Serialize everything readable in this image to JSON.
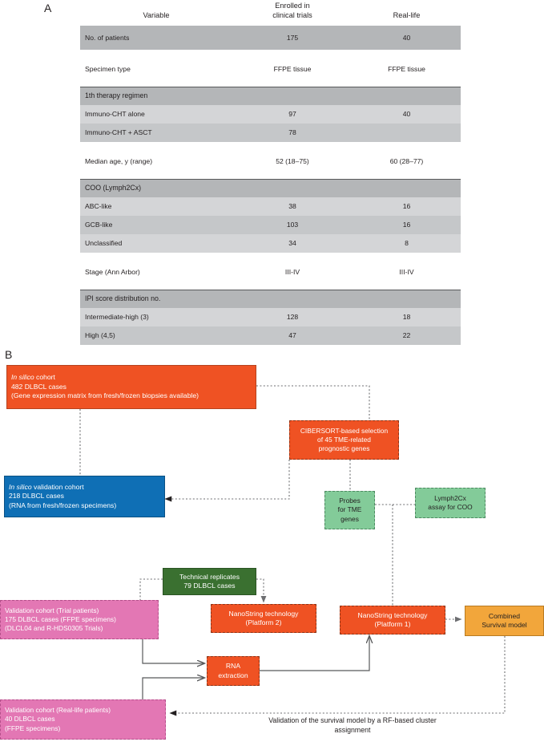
{
  "panels": {
    "a_letter": "A",
    "b_letter": "B"
  },
  "table": {
    "headers": {
      "variable": "Variable",
      "trials_line1": "Enrolled in",
      "trials_line2": "clinical trials",
      "reallife": "Real-life"
    },
    "rows": [
      {
        "label": "No. of patients",
        "trials": "175",
        "reallife": "40"
      },
      {
        "label": "Specimen type",
        "trials": "FFPE tissue",
        "reallife": "FFPE tissue"
      },
      {
        "label": "1th therapy regimen",
        "trials": "",
        "reallife": ""
      },
      {
        "label": "Immuno-CHT alone",
        "trials": "97",
        "reallife": "40"
      },
      {
        "label": "Immuno-CHT + ASCT",
        "trials": "78",
        "reallife": ""
      },
      {
        "label": "Median age, y (range)",
        "trials": "52 (18–75)",
        "reallife": "60 (28–77)"
      },
      {
        "label": "COO (Lymph2Cx)",
        "trials": "",
        "reallife": ""
      },
      {
        "label": "ABC-like",
        "trials": "38",
        "reallife": "16"
      },
      {
        "label": "GCB-like",
        "trials": "103",
        "reallife": "16"
      },
      {
        "label": "Unclassified",
        "trials": "34",
        "reallife": "8"
      },
      {
        "label": "Stage (Ann Arbor)",
        "trials": "III-IV",
        "reallife": "III-IV"
      },
      {
        "label": "IPI score distribution no.",
        "trials": "",
        "reallife": ""
      },
      {
        "label": "Intermediate-high (3)",
        "trials": "128",
        "reallife": "18"
      },
      {
        "label": "High (4,5)",
        "trials": "47",
        "reallife": "22"
      }
    ]
  },
  "flowchart": {
    "nodes": {
      "insilico_cohort": {
        "line1_italic": "In silico",
        "line1_rest": " cohort",
        "line2": "482 DLBCL cases",
        "line3": "(Gene expression matrix from fresh/frozen biopsies available)",
        "color": "#ef5223"
      },
      "cibersort": {
        "line1": "CIBERSORT-based selection",
        "line2": "of 45 TME-related",
        "line3": "prognostic genes",
        "color": "#ef5223"
      },
      "insilico_validation": {
        "line1_italic": "In silico",
        "line1_rest": " validation cohort",
        "line2": "218 DLBCL cases",
        "line3": "(RNA from fresh/frozen specimens)",
        "color": "#0f6fb5"
      },
      "probes_tme": {
        "line1": "Probes",
        "line2": "for TME",
        "line3": "genes",
        "color": "#83cb99"
      },
      "lymph2cx": {
        "line1": "Lymph2Cx",
        "line2": "assay for COO",
        "color": "#83cb99"
      },
      "technical_replicates": {
        "line1": "Technical replicates",
        "line2": "79 DLBCL cases",
        "color": "#3a7030"
      },
      "validation_trial": {
        "line1": "Validation cohort (Trial patients)",
        "line2": "175 DLBCL cases (FFPE specimens)",
        "line3": "(DLCL04 and R-HDS0305 Trials)",
        "color": "#e377b4"
      },
      "nanostring_p2": {
        "line1": "NanoString technology",
        "line2": "(Platform 2)",
        "color": "#ef5223"
      },
      "nanostring_p1": {
        "line1": "NanoString technology",
        "line2": "(Platform 1)",
        "color": "#ef5223"
      },
      "rna_extraction": {
        "line1": "RNA",
        "line2": "extraction",
        "color": "#ef5223"
      },
      "combined_model": {
        "line1": "Combined",
        "line2": "Survival model",
        "color": "#f2a63b"
      },
      "validation_reallife": {
        "line1": "Validation cohort (Real-life patients)",
        "line2": "40 DLBCL cases",
        "line3": "(FFPE specimens)",
        "color": "#e377b4"
      }
    },
    "caption": {
      "line1": "Validation of the survival model by a RF-based cluster",
      "line2": "assignment"
    }
  }
}
